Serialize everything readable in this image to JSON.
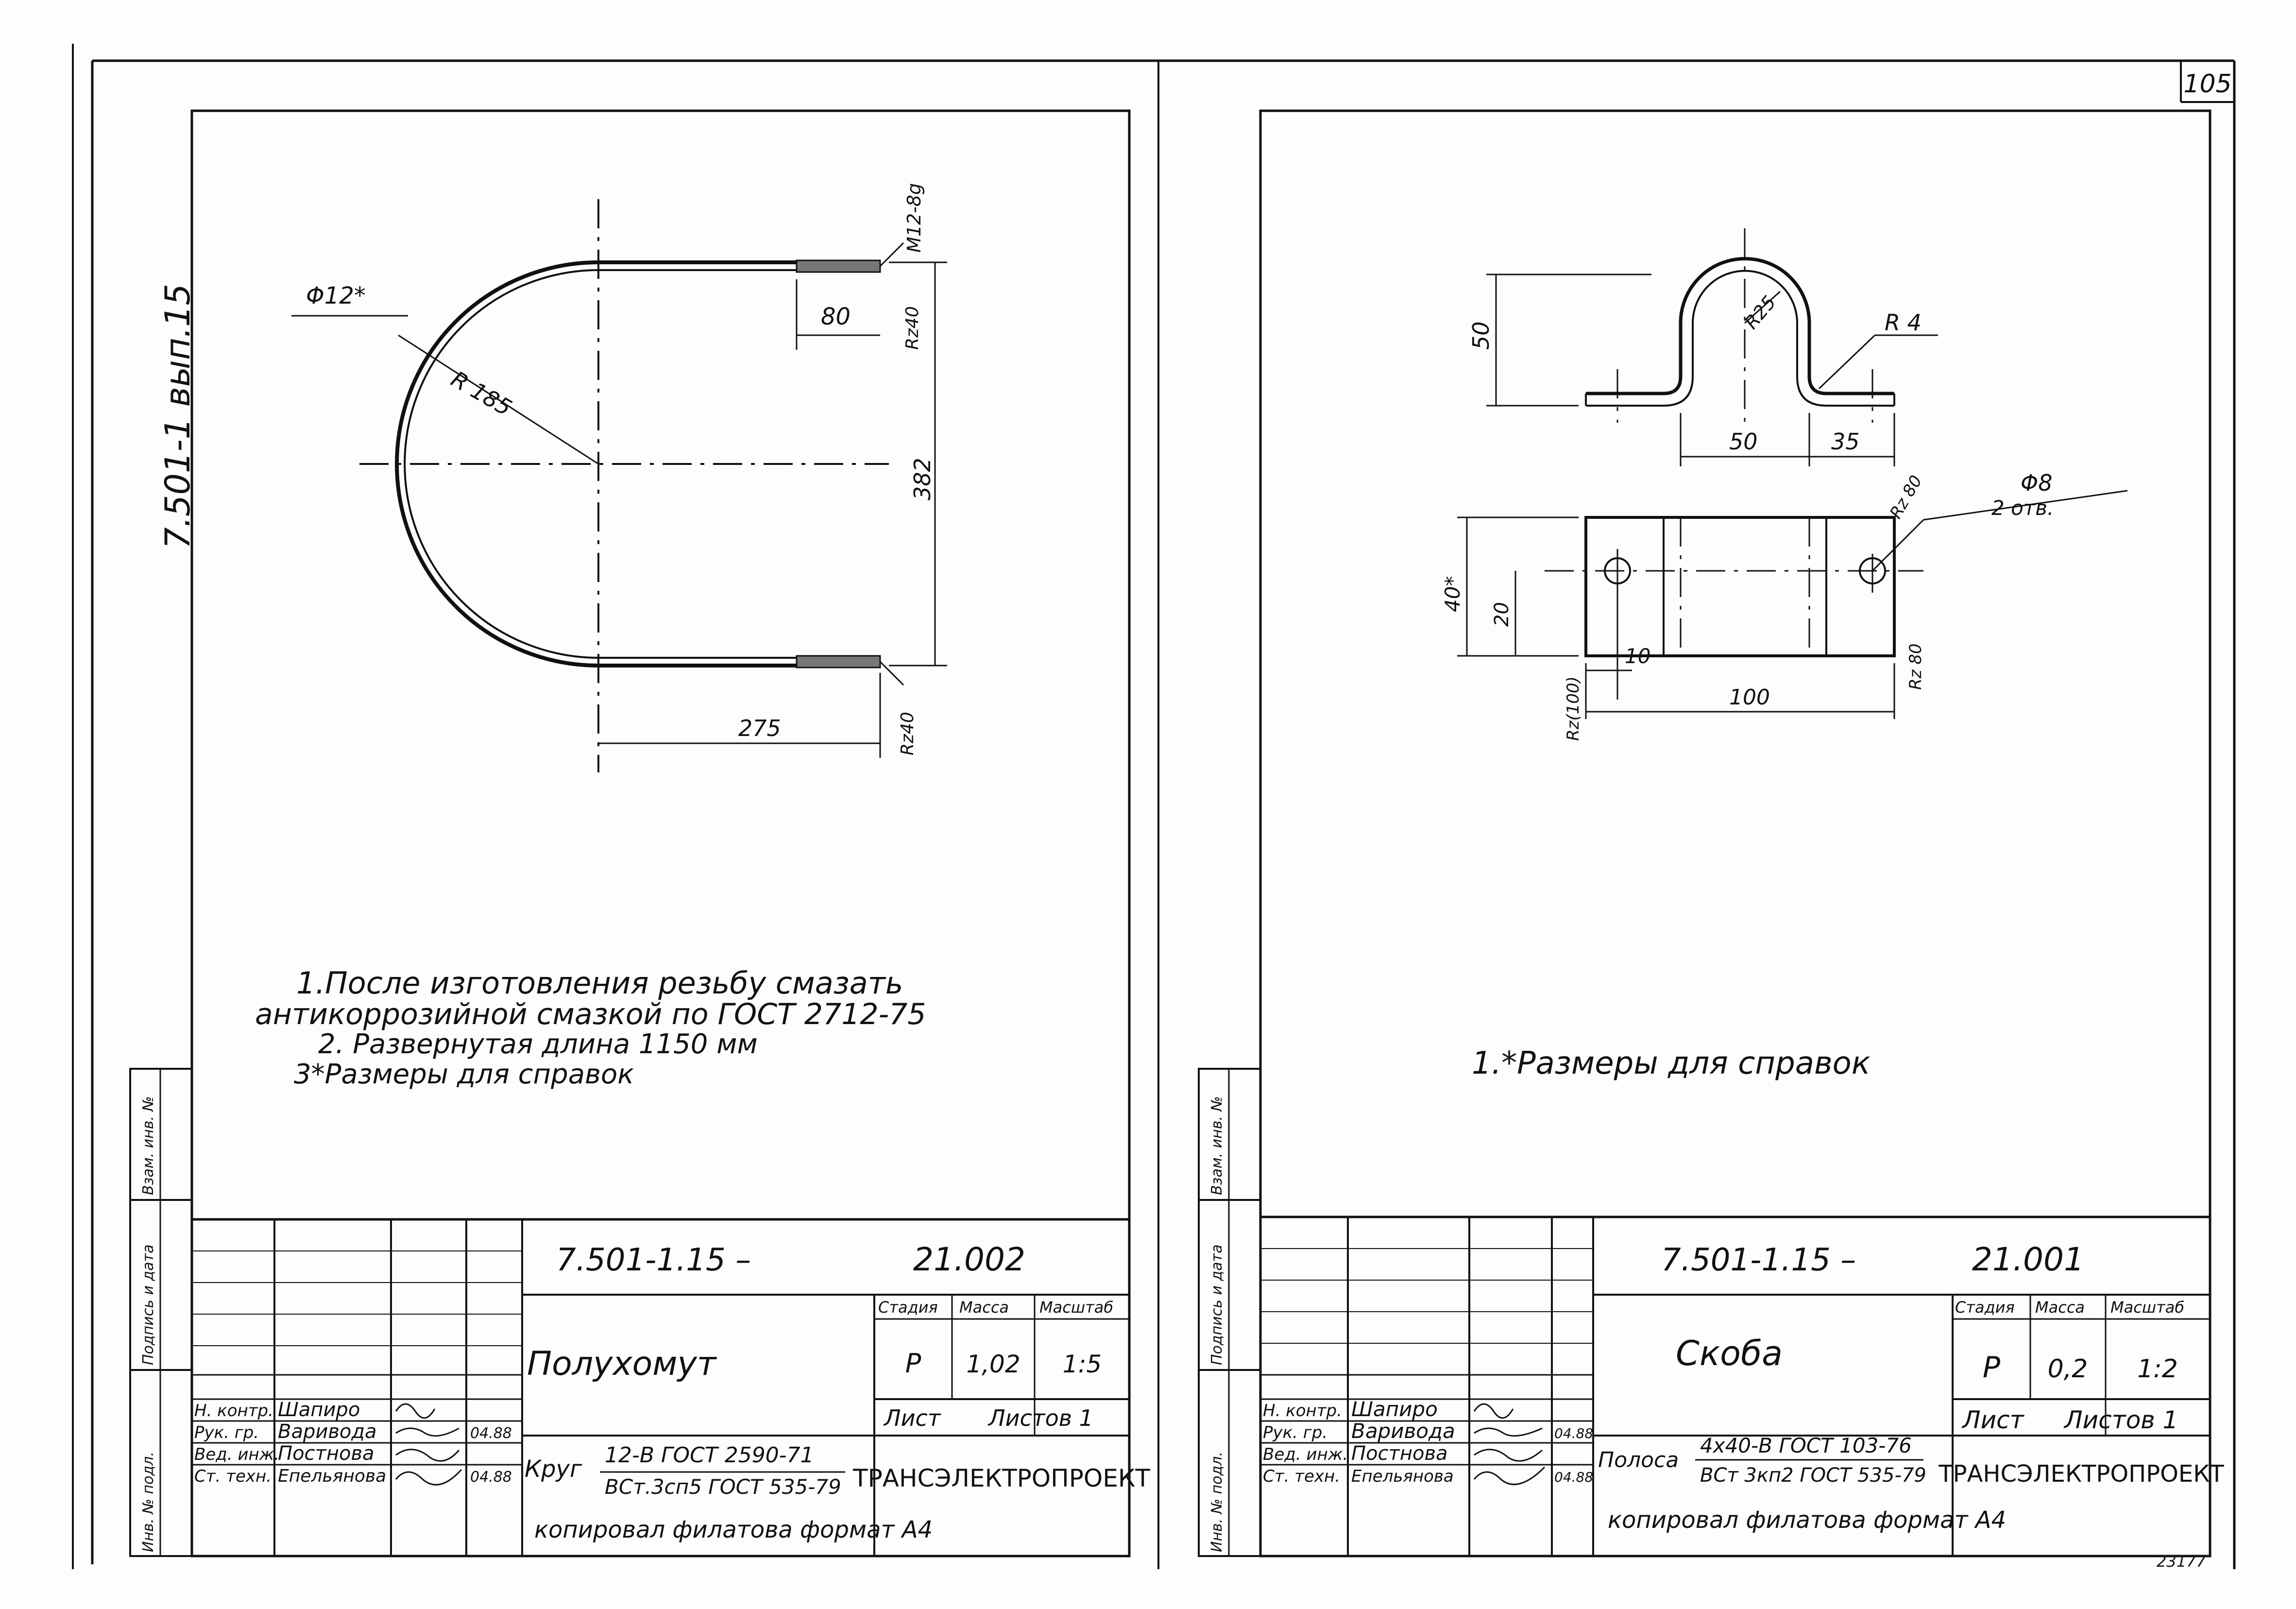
{
  "page_number": "105",
  "side_label": "7.501-1 вып.15",
  "left_sheet": {
    "dims": {
      "diameter": "Φ12*",
      "radius": "R 185",
      "thread": "M12-8g",
      "thread_length": "80",
      "roughness_top": "Rz40",
      "roughness_bottom": "Rz40",
      "height": "382",
      "length": "275"
    },
    "notes": [
      "1.После изготовления резьбу смазать",
      "антикоррозийной смазкой по ГОСТ 2712-75",
      "2. Развернутая длина 1150 мм",
      "3*Размеры для справок"
    ],
    "title_block": {
      "doc_code": "7.501-1.15 –",
      "doc_number": "21.002",
      "name": "Полухомут",
      "stage_header": "Стадия",
      "mass_header": "Масса",
      "scale_header": "Масштаб",
      "stage": "Р",
      "mass": "1,02",
      "scale": "1:5",
      "sheet": "Лист",
      "sheets": "Листов 1",
      "roles": [
        "Н. контр.",
        "Рук. гр.",
        "Вед. инж.",
        "Ст. техн."
      ],
      "people": [
        "Шапиро",
        "Варивода",
        "Постнова",
        "Епельянова"
      ],
      "dates": [
        "",
        "04.88",
        "",
        "04.88"
      ],
      "material_label": "Круг",
      "material_top": "12-В ГОСТ 2590-71",
      "material_bottom": "ВСт.3сп5 ГОСТ 535-79",
      "company": "ТРАНСЭЛЕКТРОПРОЕКТ",
      "copier": "копировал филатова   формат А4",
      "side_fields": [
        "Инв. № подл.",
        "Подпись и дата",
        "Взам. инв. №"
      ]
    }
  },
  "right_sheet": {
    "dims": {
      "height": "50",
      "inner_radius": "R25",
      "outer_radius": "R 4",
      "width_mid": "50",
      "foot": "35",
      "hole_diameter": "Φ8",
      "hole_count": "2 отв.",
      "roughness_hole": "Rz 80",
      "width_total": "40*",
      "hole_offset": "20",
      "edge_offset": "10",
      "length": "100",
      "roughness_edge": "Rz 80",
      "roughness_general": "Rz(100)"
    },
    "notes": [
      "1.*Размеры для справок"
    ],
    "title_block": {
      "doc_code": "7.501-1.15 –",
      "doc_number": "21.001",
      "name": "Скоба",
      "stage_header": "Стадия",
      "mass_header": "Масса",
      "scale_header": "Масштаб",
      "stage": "Р",
      "mass": "0,2",
      "scale": "1:2",
      "sheet": "Лист",
      "sheets": "Листов 1",
      "roles": [
        "Н. контр.",
        "Рук. гр.",
        "Вед. инж.",
        "Ст. техн."
      ],
      "people": [
        "Шапиро",
        "Варивода",
        "Постнова",
        "Епельянова"
      ],
      "dates": [
        "",
        "04.88",
        "",
        "04.88"
      ],
      "material_label": "Полоса",
      "material_top": "4х40-В ГОСТ 103-76",
      "material_bottom": "ВСт 3кп2 ГОСТ 535-79",
      "company": "ТРАНСЭЛЕКТРОПРОЕКТ",
      "copier": "копировал филатова   формат А4",
      "side_fields": [
        "Инв. № подл.",
        "Подпись и дата",
        "Взам. инв. №"
      ]
    }
  },
  "stamp": "23177"
}
